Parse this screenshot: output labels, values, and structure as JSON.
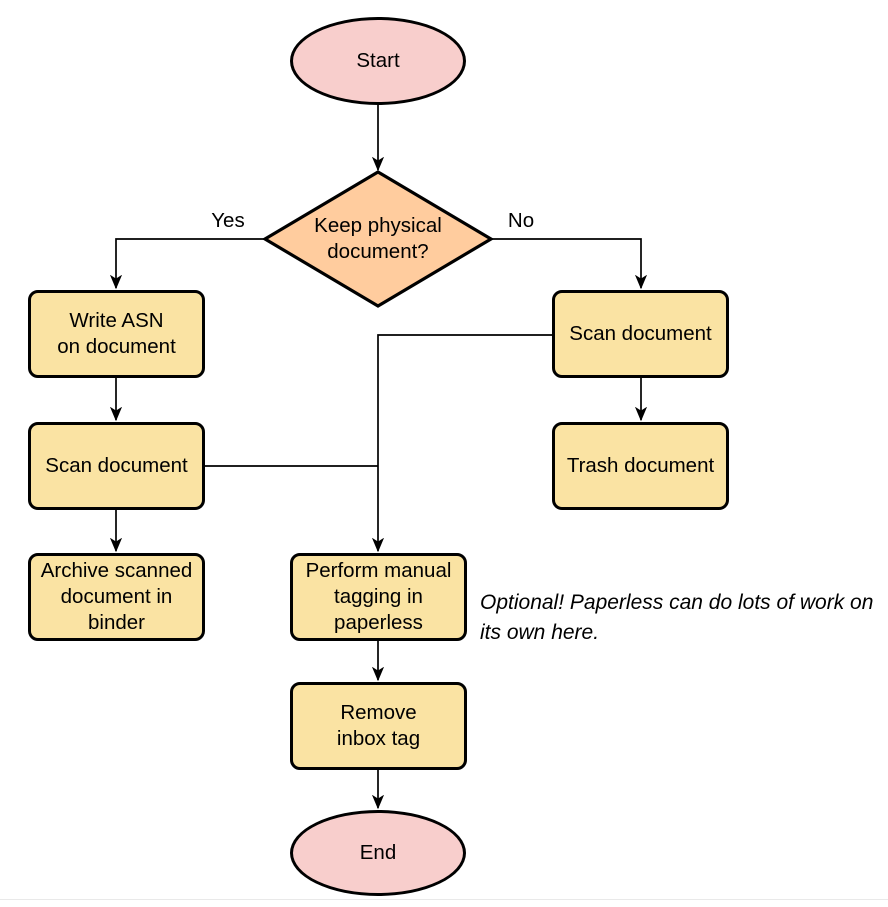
{
  "diagram": {
    "nodes": {
      "start": {
        "label": "Start"
      },
      "decision": {
        "label": "Keep physical\ndocument?"
      },
      "write_asn": {
        "label": "Write ASN\non document"
      },
      "scan_left": {
        "label": "Scan document"
      },
      "archive": {
        "label": "Archive scanned\ndocument in\nbinder"
      },
      "scan_right": {
        "label": "Scan document"
      },
      "trash": {
        "label": "Trash document"
      },
      "tagging": {
        "label": "Perform manual\ntagging in\npaperless"
      },
      "remove_inbox": {
        "label": "Remove\ninbox tag"
      },
      "end": {
        "label": "End"
      }
    },
    "edge_labels": {
      "yes": "Yes",
      "no": "No"
    },
    "annotation": "Optional! Paperless can do lots of work on\nits own here.",
    "colors": {
      "terminal_fill": "#f8cecc",
      "decision_fill": "#ffcc9e",
      "process_fill": "#fae3a3",
      "stroke": "#000000"
    }
  }
}
